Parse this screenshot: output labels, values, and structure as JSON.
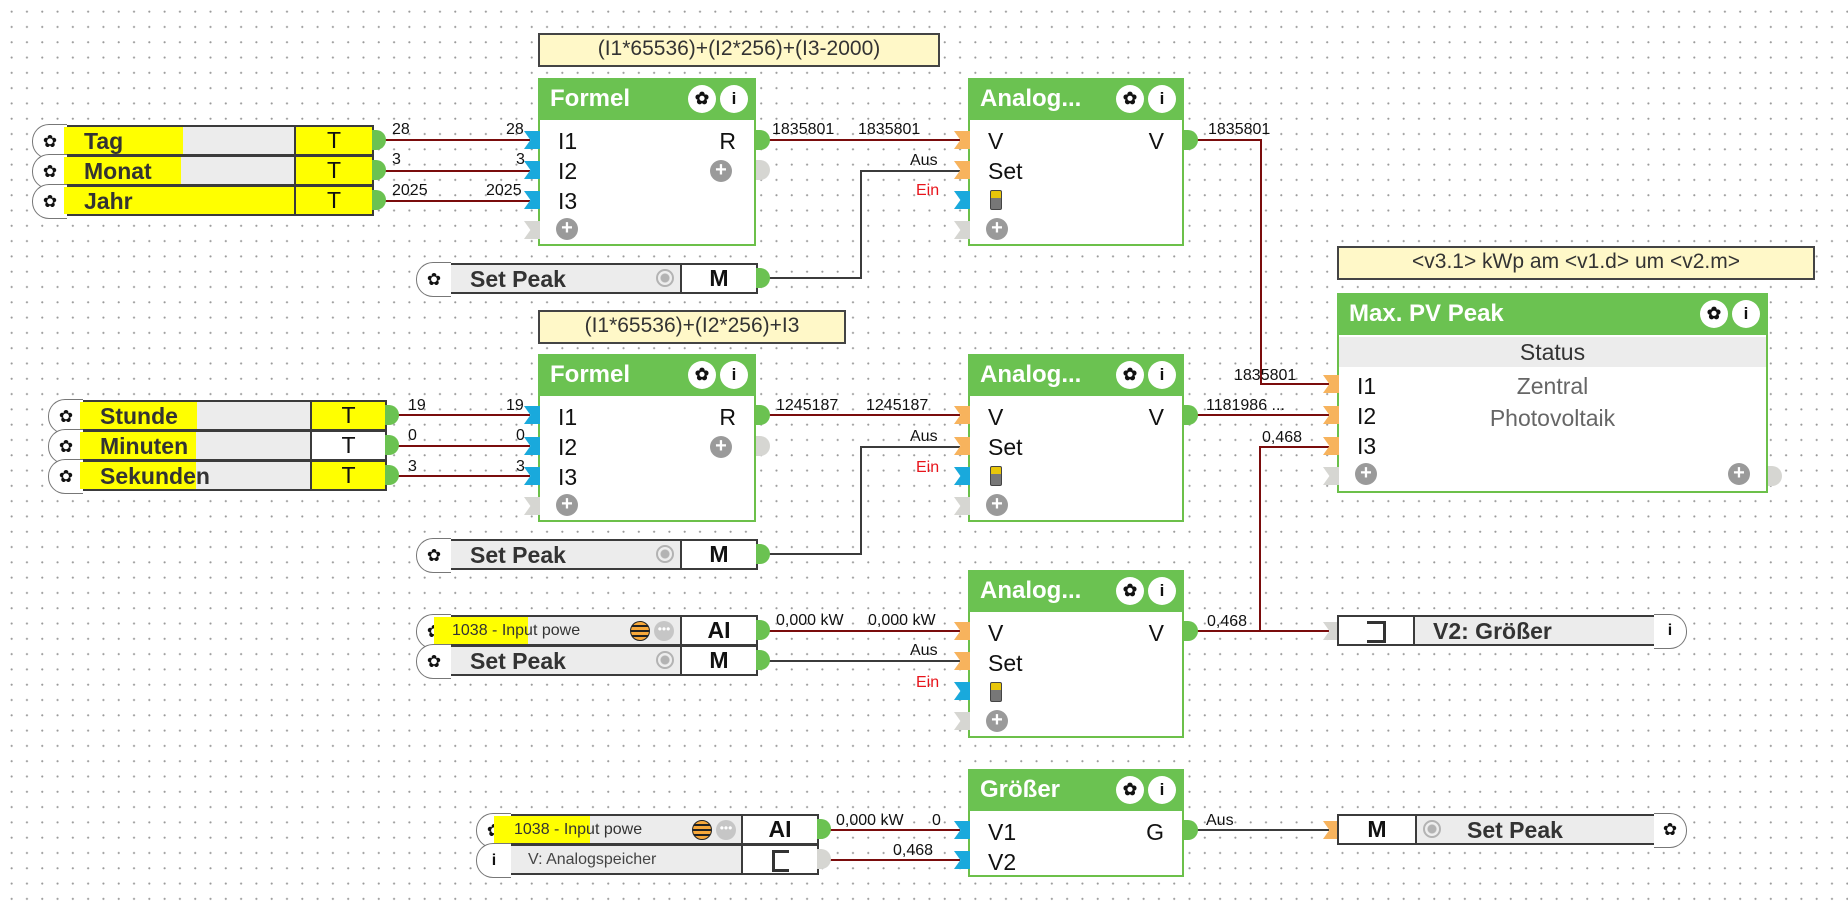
{
  "comments": {
    "formula1": "(I1*65536)+(I2*256)+(I3-2000)",
    "formula2": "(I1*65536)+(I2*256)+I3",
    "notify": "<v3.1> kWp am <v1.d> um <v2.m>"
  },
  "inputs_date": [
    {
      "name": "Tag",
      "type": "T",
      "value": "28"
    },
    {
      "name": "Monat",
      "type": "T",
      "value": "3"
    },
    {
      "name": "Jahr",
      "type": "T",
      "value": "2025"
    }
  ],
  "inputs_time": [
    {
      "name": "Stunde",
      "type": "T",
      "value": "19"
    },
    {
      "name": "Minuten",
      "type": "T",
      "value": "0"
    },
    {
      "name": "Sekunden",
      "type": "T",
      "value": "3"
    }
  ],
  "set_peak": {
    "name": "Set Peak",
    "type": "M"
  },
  "ai_input": {
    "name": "1038 - Input powe",
    "type": "AI",
    "value": "0,000 kW"
  },
  "analogspeicher_ref": {
    "name": "V: Analogspeicher"
  },
  "formel1": {
    "title": "Formel",
    "inputs": [
      "I1",
      "I2",
      "I3"
    ],
    "output": "R",
    "in_values": [
      "28",
      "3",
      "2025"
    ],
    "out_value": "1835801"
  },
  "formel2": {
    "title": "Formel",
    "inputs": [
      "I1",
      "I2",
      "I3"
    ],
    "output": "R",
    "in_values": [
      "19",
      "0",
      "3"
    ],
    "out_value": "1245187"
  },
  "analog1": {
    "title": "Analog...",
    "inputs": [
      "V",
      "Set"
    ],
    "output": "V",
    "v_in": "1835801",
    "set_in": "Aus",
    "reset_in": "Ein",
    "out_value": "1835801"
  },
  "analog2": {
    "title": "Analog...",
    "inputs": [
      "V",
      "Set"
    ],
    "output": "V",
    "v_in": "1245187",
    "set_in": "Aus",
    "reset_in": "Ein",
    "out_value": "1181986 ..."
  },
  "analog3": {
    "title": "Analog...",
    "inputs": [
      "V",
      "Set"
    ],
    "output": "V",
    "v_in": "0,000 kW",
    "v_src": "0,000 kW",
    "set_in": "Aus",
    "reset_in": "Ein",
    "out_value": "0,468"
  },
  "maxpv": {
    "title": "Max. PV Peak",
    "status_header": "Status",
    "inputs": [
      "I1",
      "I2",
      "I3"
    ],
    "line1": "Zentral",
    "line2": "Photovoltaik",
    "in_values": [
      "1835801",
      "1181986 ...",
      "0,468"
    ]
  },
  "groesser_ref": {
    "name": "V2: Größer"
  },
  "groesser": {
    "title": "Größer",
    "inputs": [
      "V1",
      "V2"
    ],
    "output": "G",
    "v1_src": "0,000 kW",
    "v1_in": "0",
    "v2_in": "0,468",
    "out_value": "Aus"
  },
  "set_peak_out": {
    "name": "Set Peak",
    "type": "M"
  },
  "icons": {
    "gear": "✿",
    "info": "i",
    "plus": "+"
  }
}
